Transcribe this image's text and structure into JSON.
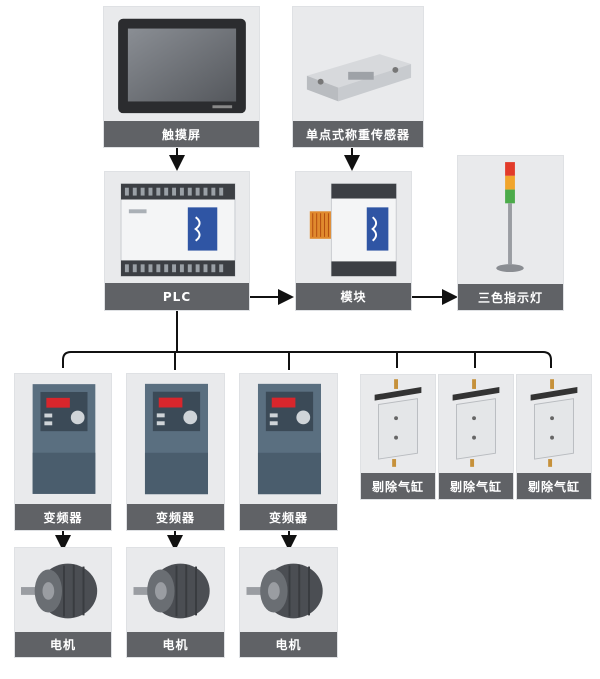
{
  "nodes": {
    "touchscreen": "触摸屏",
    "load_cell": "单点式称重传感器",
    "plc": "PLC",
    "module": "模块",
    "tower_light": "三色指示灯",
    "inverter_1": "变频器",
    "inverter_2": "变频器",
    "inverter_3": "变频器",
    "cylinder_1": "剔除气缸",
    "cylinder_2": "剔除气缸",
    "cylinder_3": "剔除气缸",
    "motor_1": "电机",
    "motor_2": "电机",
    "motor_3": "电机"
  },
  "colors": {
    "label_bg": "#606266",
    "panel_bg": "#e9eaec",
    "connector": "#111111",
    "plc_accent": "#2f55a4",
    "inverter_body": "#5a6f80",
    "display_red": "#d8262c"
  },
  "icons": {
    "touchscreen": "hmi-screen-icon",
    "load_cell": "load-cell-icon",
    "plc": "plc-icon",
    "module": "io-module-icon",
    "tower_light": "tower-light-icon",
    "inverter": "inverter-icon",
    "cylinder": "pneumatic-cylinder-icon",
    "motor": "electric-motor-icon"
  }
}
